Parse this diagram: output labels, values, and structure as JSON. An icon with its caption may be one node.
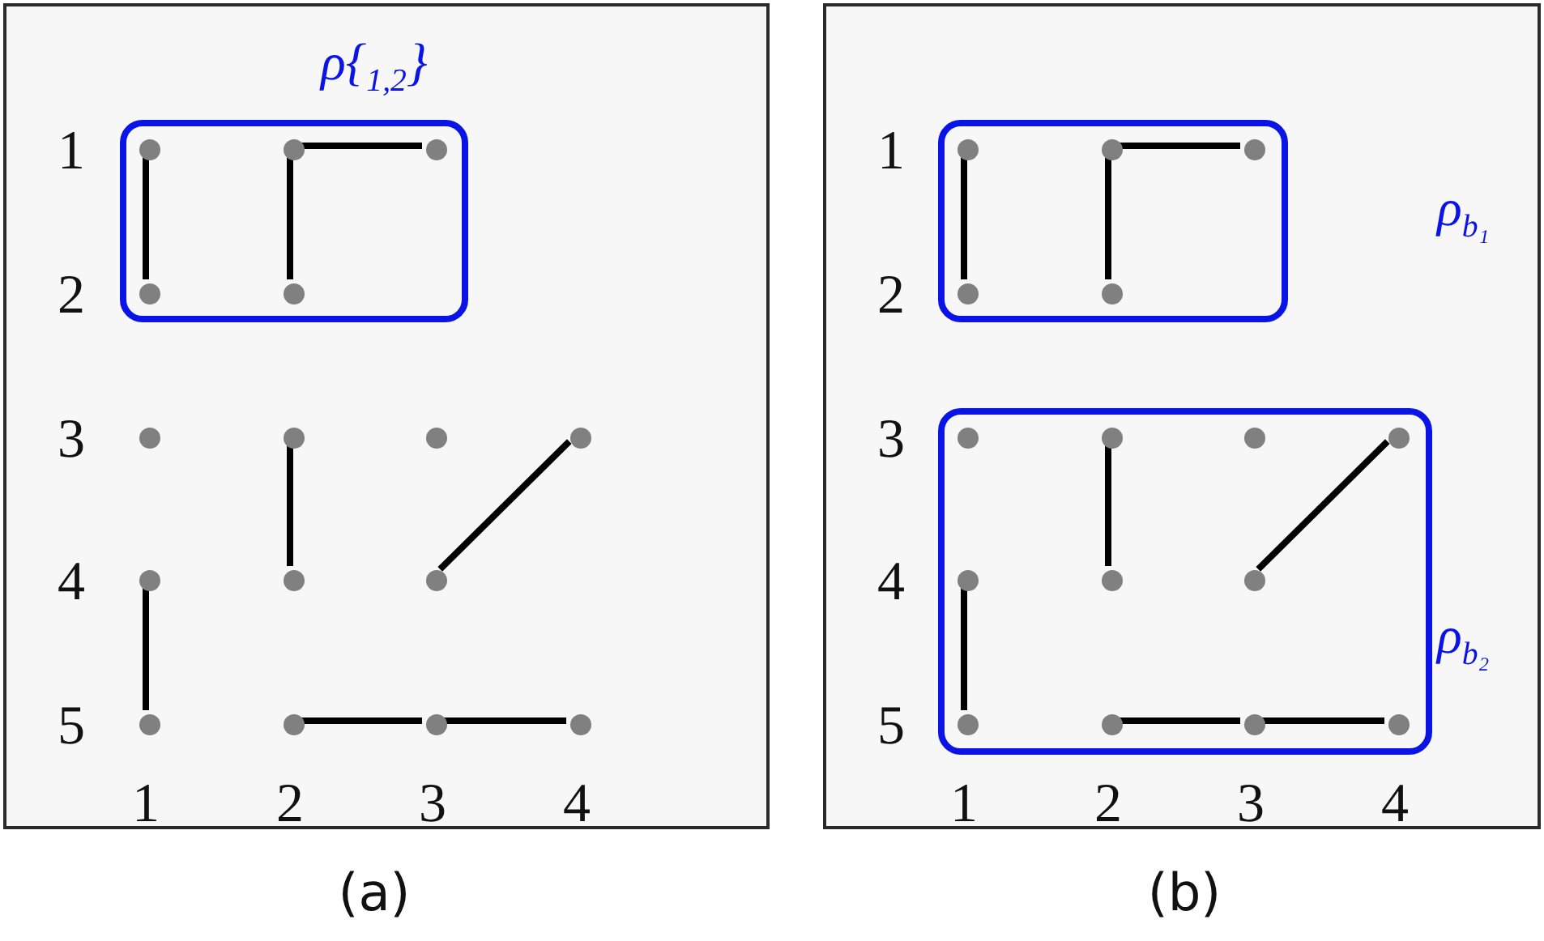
{
  "diagram": {
    "nodes": [
      {
        "text": [],
        "shape": "box"
      },
      {
        "text": [
          "ρ{$_{1,2}$}"
        ],
        "in": 0
      },
      {
        "text": [],
        "shape": "circle",
        "in": 1
      },
      {
        "text": [],
        "shape": "circle",
        "in": 1
      },
      {
        "text": [],
        "shape": "circle",
        "in": 1
      },
      {
        "text": [],
        "shape": "circle",
        "in": 1
      },
      {
        "text": [],
        "shape": "circle",
        "in": 1
      },
      {
        "text": [],
        "shape": "circle",
        "in": 0
      },
      {
        "text": [],
        "shape": "circle",
        "in": 0
      },
      {
        "text": [],
        "shape": "circle",
        "in": 0
      },
      {
        "text": [],
        "shape": "circle",
        "in": 0
      },
      {
        "text": [],
        "shape": "circle",
        "in": 0
      },
      {
        "text": [],
        "shape": "circle",
        "in": 0
      },
      {
        "text": [],
        "shape": "circle",
        "in": 0
      },
      {
        "text": [],
        "shape": "circle",
        "in": 0
      },
      {
        "text": [],
        "shape": "circle",
        "in": 0
      },
      {
        "text": [],
        "shape": "circle",
        "in": 0
      },
      {
        "text": [],
        "shape": "circle",
        "in": 0
      },
      {
        "text": [],
        "shape": "box"
      },
      {
        "text": [
          "ρ$_{b₁}$"
        ],
        "in": 18
      },
      {
        "text": [
          "ρ$_{b₂}$"
        ],
        "in": 18
      },
      {
        "text": [],
        "shape": "circle",
        "in": 19
      },
      {
        "text": [],
        "shape": "circle",
        "in": 19
      },
      {
        "text": [],
        "shape": "circle",
        "in": 19
      },
      {
        "text": [],
        "shape": "circle",
        "in": 19
      },
      {
        "text": [],
        "shape": "circle",
        "in": 19
      },
      {
        "text": [],
        "shape": "circle",
        "in": 20
      },
      {
        "text": [],
        "shape": "circle",
        "in": 20
      },
      {
        "text": [],
        "shape": "circle",
        "in": 20
      },
      {
        "text": [],
        "shape": "circle",
        "in": 20
      },
      {
        "text": [],
        "shape": "circle",
        "in": 20
      },
      {
        "text": [],
        "shape": "circle",
        "in": 20
      },
      {
        "text": [],
        "shape": "circle",
        "in": 20
      },
      {
        "text": [],
        "shape": "circle",
        "in": 20
      },
      {
        "text": [],
        "shape": "circle",
        "in": 20
      },
      {
        "text": [],
        "shape": "circle",
        "in": 20
      },
      {
        "text": [],
        "shape": "circle",
        "in": 20
      }
    ],
    "edges": [
      {
        "from": 2,
        "to": 5,
        "arrow": "none"
      },
      {
        "from": 3,
        "to": 6,
        "arrow": "none"
      },
      {
        "from": 3,
        "to": 4,
        "arrow": "none"
      },
      {
        "from": 8,
        "to": 12,
        "arrow": "none"
      },
      {
        "from": 13,
        "to": 10,
        "arrow": "none"
      },
      {
        "from": 11,
        "to": 14,
        "arrow": "none"
      },
      {
        "from": 15,
        "to": 16,
        "arrow": "none"
      },
      {
        "from": 16,
        "to": 17,
        "arrow": "none"
      },
      {
        "from": 21,
        "to": 24,
        "arrow": "none"
      },
      {
        "from": 22,
        "to": 25,
        "arrow": "none"
      },
      {
        "from": 22,
        "to": 23,
        "arrow": "none"
      },
      {
        "from": 27,
        "to": 31,
        "arrow": "none"
      },
      {
        "from": 32,
        "to": 29,
        "arrow": "none"
      },
      {
        "from": 30,
        "to": 33,
        "arrow": "none"
      },
      {
        "from": 34,
        "to": 35,
        "arrow": "none"
      },
      {
        "from": 35,
        "to": 36,
        "arrow": "none"
      }
    ],
    "labels": [
      "1",
      "2",
      "3",
      "4",
      "5",
      "1",
      "2",
      "3",
      "4",
      "(a)",
      "1",
      "2",
      "3",
      "4",
      "5",
      "1",
      "2",
      "3",
      "4",
      "(b)"
    ]
  }
}
